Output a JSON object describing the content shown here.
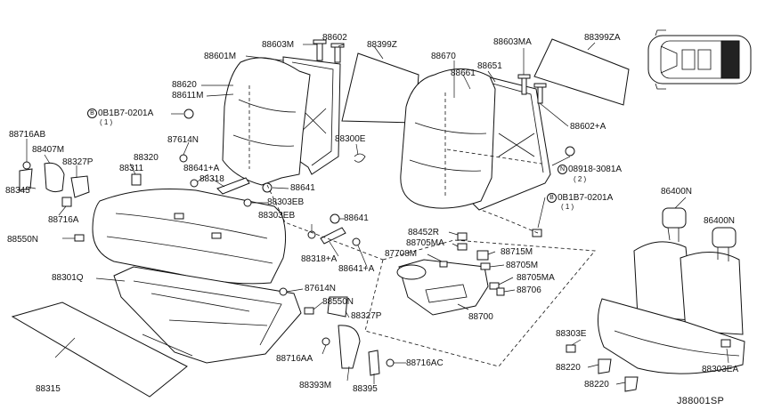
{
  "diagram": {
    "reference_code": "J88001SP",
    "labels": [
      {
        "key": "88603M",
        "text": "88603M"
      },
      {
        "key": "88602",
        "text": "88602"
      },
      {
        "key": "88399Z",
        "text": "88399Z"
      },
      {
        "key": "88601M",
        "text": "88601M"
      },
      {
        "key": "88620",
        "text": "88620"
      },
      {
        "key": "88611M",
        "text": "88611M"
      },
      {
        "key": "0B1B7-0201A-left",
        "text": "0B1B7-0201A"
      },
      {
        "key": "0B1B7-0201A-left-qty",
        "text": "( 1 )"
      },
      {
        "key": "87614N-top",
        "text": "87614N"
      },
      {
        "key": "88300E",
        "text": "88300E"
      },
      {
        "key": "88716AB",
        "text": "88716AB"
      },
      {
        "key": "88407M",
        "text": "88407M"
      },
      {
        "key": "88327P-left",
        "text": "88327P"
      },
      {
        "key": "88320",
        "text": "88320"
      },
      {
        "key": "88311",
        "text": "88311"
      },
      {
        "key": "88641+A-top",
        "text": "88641+A"
      },
      {
        "key": "88318",
        "text": "88318"
      },
      {
        "key": "88345",
        "text": "88345"
      },
      {
        "key": "88641-top",
        "text": "88641"
      },
      {
        "key": "88303EB-top",
        "text": "88303EB"
      },
      {
        "key": "88303EB-mid",
        "text": "88303EB"
      },
      {
        "key": "88716A",
        "text": "88716A"
      },
      {
        "key": "88641-mid",
        "text": "88641"
      },
      {
        "key": "88550N-left",
        "text": "88550N"
      },
      {
        "key": "88318+A",
        "text": "88318+A"
      },
      {
        "key": "88641+A-mid",
        "text": "88641+A"
      },
      {
        "key": "88301Q",
        "text": "88301Q"
      },
      {
        "key": "87614N-low",
        "text": "87614N"
      },
      {
        "key": "88550N-low",
        "text": "88550N"
      },
      {
        "key": "88327P-low",
        "text": "88327P"
      },
      {
        "key": "88716AA",
        "text": "88716AA"
      },
      {
        "key": "88393M",
        "text": "88393M"
      },
      {
        "key": "88395",
        "text": "88395"
      },
      {
        "key": "88716AC",
        "text": "88716AC"
      },
      {
        "key": "88315",
        "text": "88315"
      },
      {
        "key": "88670",
        "text": "88670"
      },
      {
        "key": "88661",
        "text": "88661"
      },
      {
        "key": "88651",
        "text": "88651"
      },
      {
        "key": "88603MA",
        "text": "88603MA"
      },
      {
        "key": "88399ZA",
        "text": "88399ZA"
      },
      {
        "key": "88602+A",
        "text": "88602+A"
      },
      {
        "key": "08918-3081A",
        "text": "08918-3081A"
      },
      {
        "key": "08918-3081A-qty",
        "text": "( 2 )"
      },
      {
        "key": "0B1B7-0201A-right",
        "text": "0B1B7-0201A"
      },
      {
        "key": "0B1B7-0201A-right-qty",
        "text": "( 1 )"
      },
      {
        "key": "88452R",
        "text": "88452R"
      },
      {
        "key": "88705MA-top",
        "text": "88705MA"
      },
      {
        "key": "87708M",
        "text": "87708M"
      },
      {
        "key": "88715M",
        "text": "88715M"
      },
      {
        "key": "88705M",
        "text": "88705M"
      },
      {
        "key": "88705MA-low",
        "text": "88705MA"
      },
      {
        "key": "88706",
        "text": "88706"
      },
      {
        "key": "88700",
        "text": "88700"
      },
      {
        "key": "86400N-a",
        "text": "86400N"
      },
      {
        "key": "86400N-b",
        "text": "86400N"
      },
      {
        "key": "88303E",
        "text": "88303E"
      },
      {
        "key": "88220-a",
        "text": "88220"
      },
      {
        "key": "88220-b",
        "text": "88220"
      },
      {
        "key": "88303EA",
        "text": "88303EA"
      }
    ],
    "callout_symbols": {
      "bolt": "B",
      "nut": "N"
    },
    "icons": [
      "vehicle-locator-icon"
    ]
  }
}
